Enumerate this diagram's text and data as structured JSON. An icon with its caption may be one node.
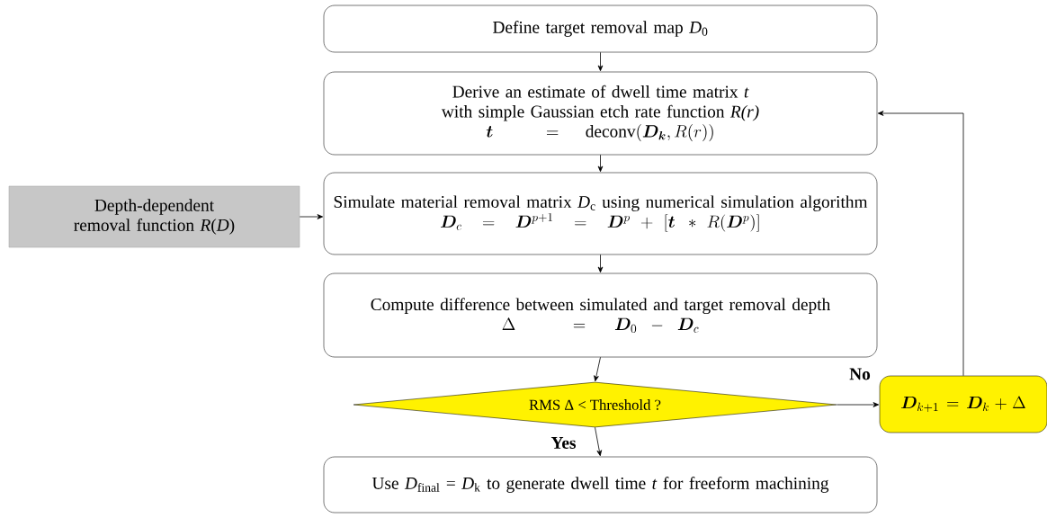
{
  "diagram": {
    "nodes": [
      {
        "text": [
          "Define target removal map *D*$_{0}$"
        ]
      },
      {
        "text": [
          "Derive an estimate of dwell time matrix *t* with simple Gaussian etch rate function *R(r)*",
          "\\bm{t} \\;= \\mathrm{deconv}(\\bm{D_k}, R(r))"
        ]
      },
      {
        "text": [
          "Depth-dependent removal function *R*(*D*)"
        ]
      },
      {
        "text": [
          "Simulate material removal matrix *D*$_{c}$ using numerical simulation algorithm",
          "\\bm{D}_c = \\bm{D}^{p+1} = \\bm{D}^p + [\\bm{t} \\, * R(\\bm{D}^p)]"
        ]
      },
      {
        "text": [
          "Compute difference between simulated and target removal depth",
          "\\Delta \\;= \\bm{D}_0 - \\bm{D}_c"
        ]
      },
      {
        "text": [
          "RMS Δ < Threshold ?"
        ]
      },
      {
        "text": [
          "\\bm{D}_{k+1} = \\bm{D}_k + \\Delta"
        ]
      },
      {
        "text": [
          "Use *D*$_{final}$ = *D*$_{k}$ to generate dwell time *t* for freeform machining"
        ]
      }
    ],
    "edges": [
      {
        "from": 0,
        "to": 1,
        "arrow": "to"
      },
      {
        "from": 1,
        "to": 3,
        "arrow": "to"
      },
      {
        "from": 2,
        "to": 3,
        "arrow": "to"
      },
      {
        "from": 3,
        "to": 4,
        "arrow": "to"
      },
      {
        "from": 4,
        "to": 5,
        "arrow": "to"
      },
      {
        "from": 5,
        "to": 6,
        "arrow": "to",
        "label": "No"
      },
      {
        "from": 5,
        "to": 7,
        "arrow": "to",
        "label": "Yes"
      },
      {
        "from": 6,
        "to": 1,
        "arrow": "to"
      }
    ]
  }
}
